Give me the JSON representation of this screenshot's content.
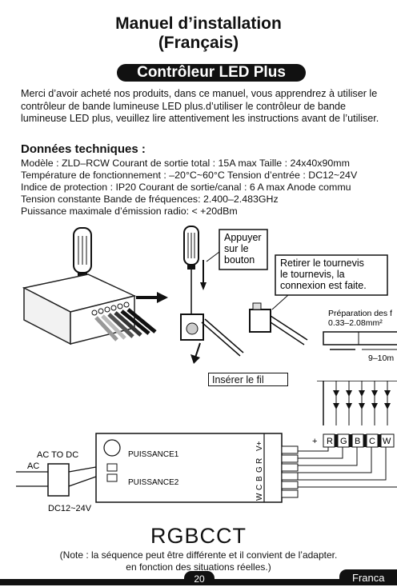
{
  "header": {
    "title_line1": "Manuel d’installation",
    "title_line2": "(Français)",
    "product": "Contrôleur LED Plus"
  },
  "intro": "Merci d’avoir acheté nos produits, dans ce manuel, vous apprendrez à utiliser le contrôleur de bande lumineuse LED plus.d’utiliser le contrôleur de bande lumineuse LED plus, veuillez lire attentivement les instructions avant de l’utiliser.",
  "specs": {
    "heading": "Données techniques :",
    "lines": [
      "Modèle : ZLD–RCW  Courant de sortie total : 15A max  Taille : 24x40x90mm",
      "Température de fonctionnement : –20°C~60°C  Tension d’entrée : DC12~24V",
      "Indice de protection : IP20  Courant de sortie/canal : 6 A max Anode commu",
      "Tension constante   Bande de fréquences: 2.400–2.483GHz",
      "Puissance maximale d’émission radio: < +20dBm"
    ]
  },
  "install": {
    "press_line1": "Appuyer",
    "press_line2": "sur le",
    "press_line3": "bouton",
    "remove_line1": "Retirer le tournevis",
    "remove_line2": "le tournevis, la",
    "remove_line3": "connexion est faite.",
    "insert": "Insérer le fil",
    "prep_line1": "Préparation des f",
    "prep_line2": "0.33–2.08mm²",
    "strip_len": "9–10m"
  },
  "wiring": {
    "ac_to_dc": "AC TO DC",
    "ac": "AC",
    "dc": "DC12~24V",
    "power1": "PUISSANCE1",
    "power2": "PUISSANCE2",
    "plus": "+",
    "terminals": [
      "V+",
      "R",
      "G",
      "B",
      "C",
      "W"
    ],
    "strip_labels": [
      "R",
      "G",
      "B",
      "C",
      "W"
    ]
  },
  "footer": {
    "model": "RGBCCT",
    "note_line1": "(Note : la séquence peut être différente et il convient de l’adapter.",
    "note_line2": "en fonction des situations réelles.)",
    "page": "20",
    "language": "Franca"
  }
}
